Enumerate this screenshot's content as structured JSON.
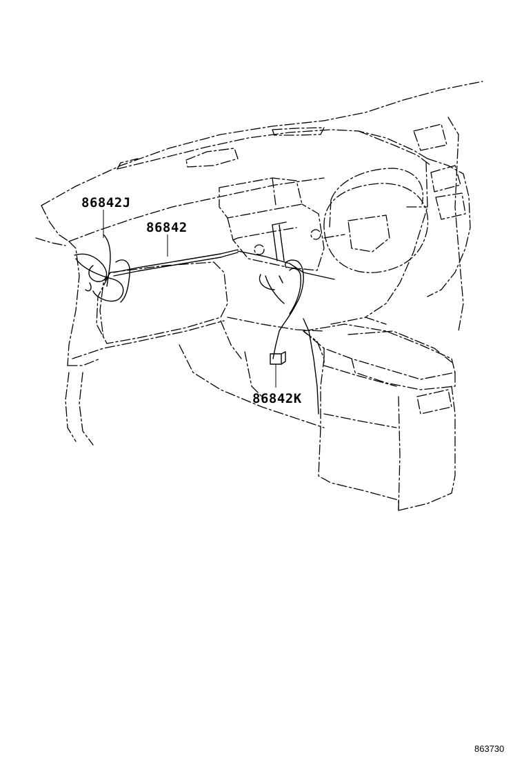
{
  "callouts": {
    "part_j": "86842J",
    "part_main": "86842",
    "part_k": "86842K"
  },
  "figure_code": "863730"
}
